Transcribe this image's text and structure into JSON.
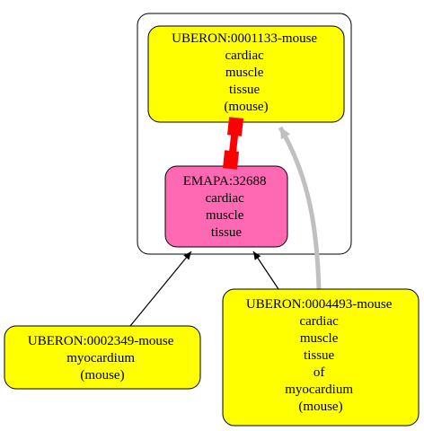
{
  "colors": {
    "background": "#ffffff",
    "node_yellow": "#ffff00",
    "node_pink": "#ff69b4",
    "edge_black": "#000000",
    "edge_red": "#ff0000",
    "edge_gray": "#c0c0c0",
    "cluster_border": "#000000"
  },
  "nodes": {
    "uberon_0001133": {
      "lines": [
        "UBERON:0001133-mouse",
        "cardiac",
        "muscle",
        "tissue",
        "(mouse)"
      ]
    },
    "emapa_32688": {
      "lines": [
        "EMAPA:32688",
        "cardiac",
        "muscle",
        "tissue"
      ]
    },
    "uberon_0002349": {
      "lines": [
        "UBERON:0002349-mouse",
        "myocardium",
        "(mouse)"
      ]
    },
    "uberon_0004493": {
      "lines": [
        "UBERON:0004493-mouse",
        "cardiac",
        "muscle",
        "tissue",
        "of",
        "myocardium",
        "(mouse)"
      ]
    }
  },
  "edges": [
    {
      "from": "uberon_0002349",
      "to": "emapa_32688",
      "style": "black-arrow"
    },
    {
      "from": "uberon_0004493",
      "to": "emapa_32688",
      "style": "black-arrow"
    },
    {
      "from": "uberon_0004493",
      "to": "uberon_0001133",
      "style": "gray-arrow"
    },
    {
      "from": "uberon_0001133",
      "to": "emapa_32688",
      "style": "red-equivalence"
    }
  ]
}
